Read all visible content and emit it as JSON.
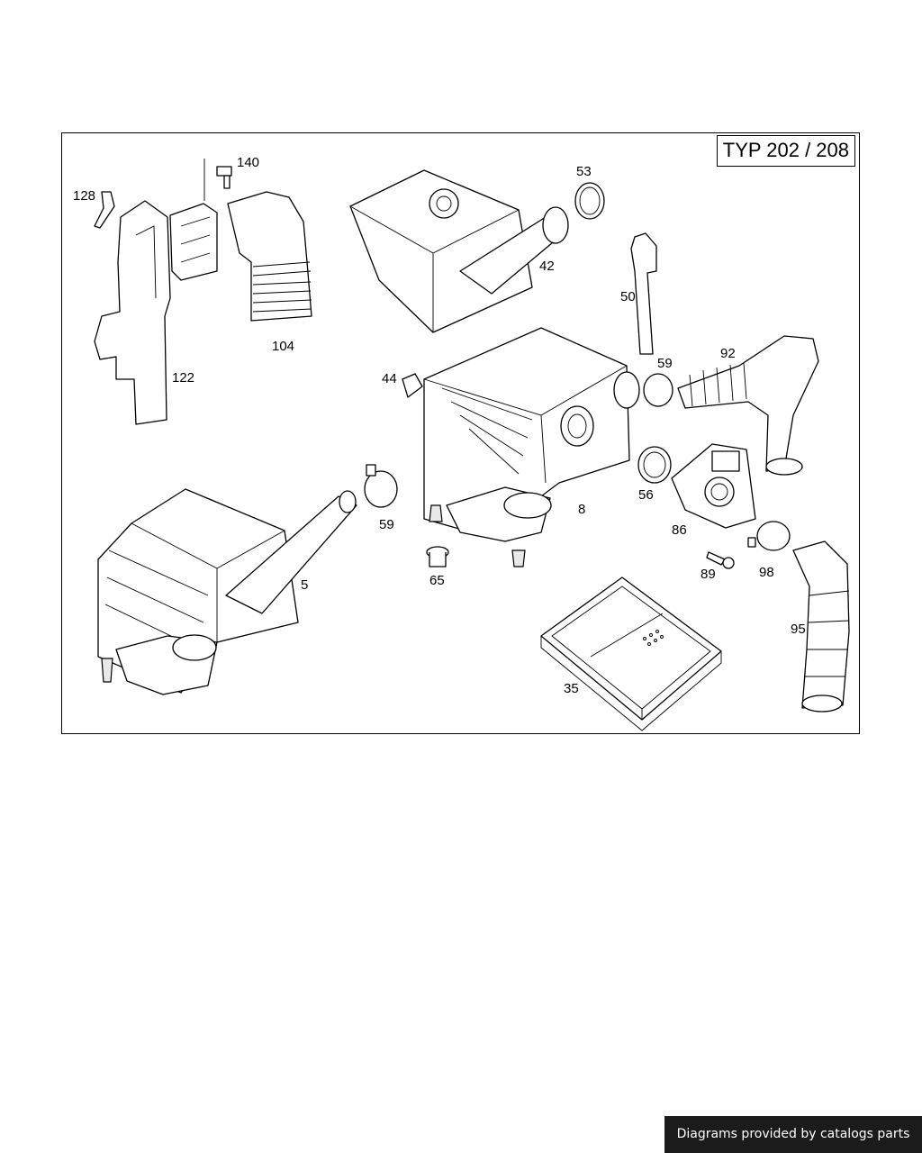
{
  "diagram": {
    "type_label": "TYP 202 / 208",
    "part_numbers": {
      "p140": "140",
      "p128": "128",
      "p104": "104",
      "p122": "122",
      "p53": "53",
      "p42": "42",
      "p50": "50",
      "p59a": "59",
      "p92": "92",
      "p44": "44",
      "p56": "56",
      "p8": "8",
      "p86": "86",
      "p89": "89",
      "p98": "98",
      "p59b": "59",
      "p65": "65",
      "p5": "5",
      "p95": "95",
      "p35": "35"
    }
  },
  "footer": {
    "credit": "Diagrams provided by catalogs parts"
  }
}
